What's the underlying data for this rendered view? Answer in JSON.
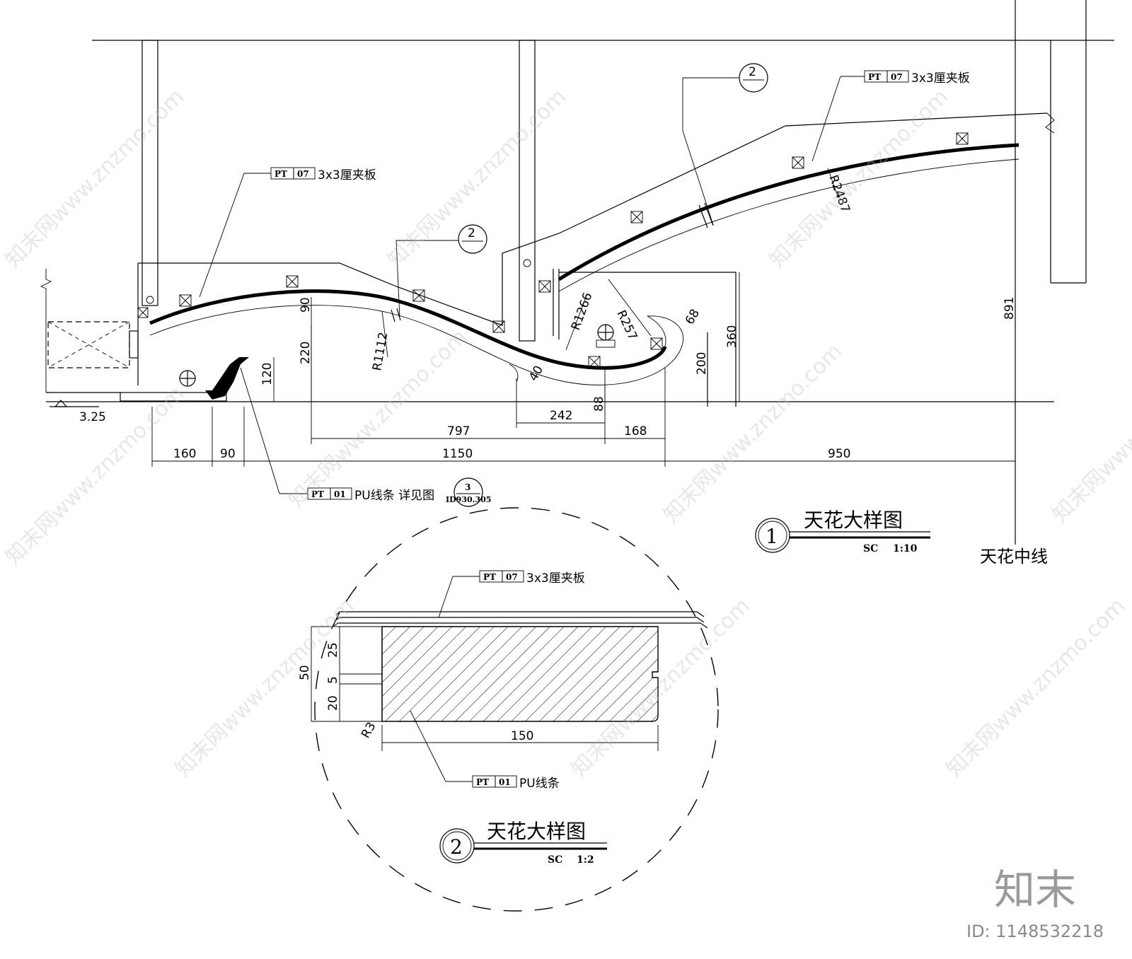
{
  "detail1": {
    "circle_no": "1",
    "title": "天花大样图",
    "scale_prefix": "SC",
    "scale": "1:10",
    "centerline_note": "天花中线",
    "ref_bubble_top": "2",
    "ref_bubble_mid": "2",
    "elevation": "3.25",
    "labels": {
      "left_tag_a": "PT",
      "left_tag_b": "07",
      "left_note": "3x3厘夹板",
      "right_tag_a": "PT",
      "right_tag_b": "07",
      "right_note": "3x3厘夹板",
      "bottom_tag_a": "PT",
      "bottom_tag_b": "01",
      "bottom_note": "PU线条 详见图",
      "bottom_ref_top": "3",
      "bottom_ref_bottom": "ID930.305"
    },
    "radii": {
      "r1": "R1112",
      "r2": "R1266",
      "r3": "R257",
      "r4": "R2487"
    },
    "dims": {
      "d160": "160",
      "d90a": "90",
      "d1150": "1150",
      "d950": "950",
      "d797": "797",
      "d168": "168",
      "d242": "242",
      "d88": "88",
      "d120": "120",
      "d220": "220",
      "d90b": "90",
      "d40": "40",
      "d200": "200",
      "d360": "360",
      "d68": "68",
      "d891": "891"
    }
  },
  "detail2": {
    "circle_no": "2",
    "title": "天花大样图",
    "scale_prefix": "SC",
    "scale": "1:2",
    "top_tag_a": "PT",
    "top_tag_b": "07",
    "top_note": "3x3厘夹板",
    "bottom_tag_a": "PT",
    "bottom_tag_b": "01",
    "bottom_note": "PU线条",
    "dims": {
      "d50": "50",
      "d25": "25",
      "d5": "5",
      "d20": "20",
      "r3": "R3",
      "d150": "150"
    }
  },
  "watermark": {
    "text": "知末网www.znzmo.com",
    "logo": "知末",
    "id": "ID: 1148532218"
  }
}
